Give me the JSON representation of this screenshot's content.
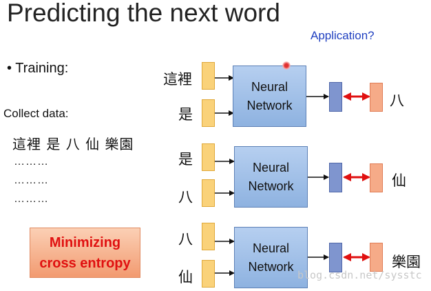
{
  "title": "Predicting the next word",
  "application": "Application?",
  "training": "• Training:",
  "collect_label": "Collect data:",
  "sentence": "這裡  是  八  仙   樂園",
  "dots": [
    "………",
    "………",
    "………"
  ],
  "minimize": {
    "line1": "Minimizing",
    "line2": "cross entropy"
  },
  "network_label": {
    "line1": "Neural",
    "line2": "Network"
  },
  "rows": [
    {
      "input1": "這裡",
      "input2": "是",
      "output": "八"
    },
    {
      "input1": "是",
      "input2": "八",
      "output": "仙"
    },
    {
      "input1": "八",
      "input2": "仙",
      "output": "樂園"
    }
  ],
  "watermark": "blog.csdn.net/sysstc",
  "colors": {
    "input_box": "#fad27a",
    "network_box": "#9dbde8",
    "output_box": "#7f95cf",
    "target_box": "#f6ab88",
    "compare_arrow": "#e01010",
    "application_text": "#1f3fc0",
    "minimize_text": "#e01010"
  }
}
